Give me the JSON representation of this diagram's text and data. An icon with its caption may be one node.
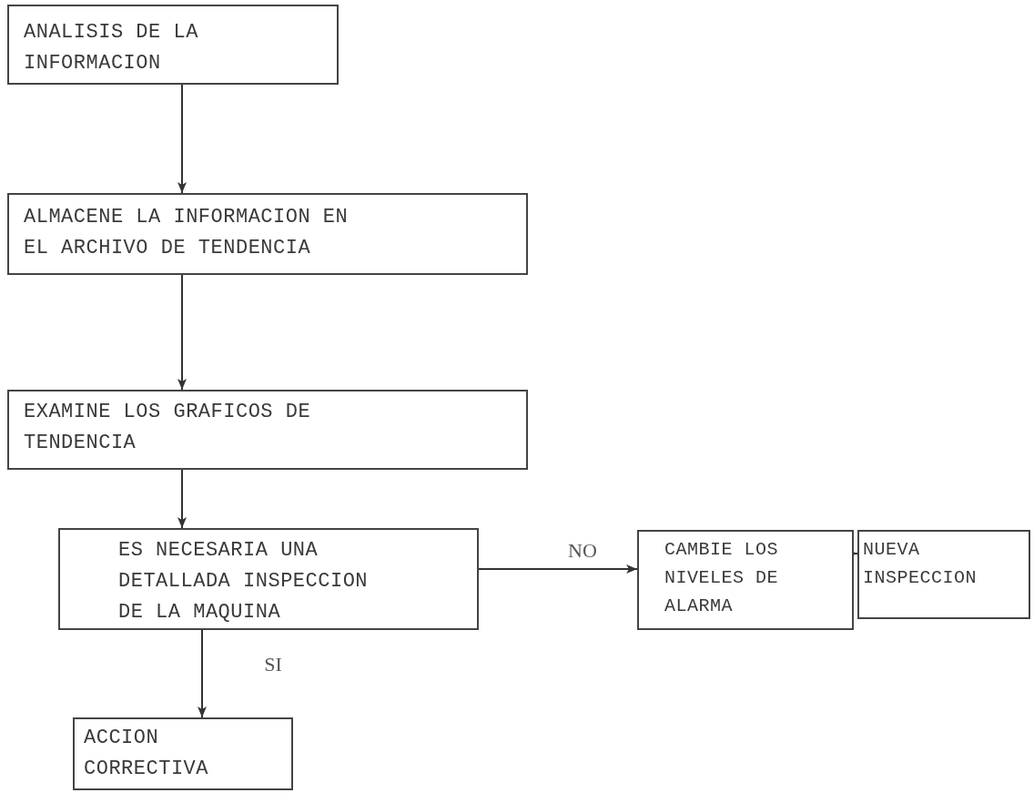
{
  "diagram": {
    "nodes": [
      {
        "text": [
          "ANALISIS DE LA INFORMACION"
        ]
      },
      {
        "text": [
          "ALMACENE LA INFORMACION EN EL ARCHIVO DE TENDENCIA"
        ]
      },
      {
        "text": [
          "EXAMINE LOS GRAFICOS DE TENDENCIA"
        ]
      },
      {
        "text": [
          "ES NECESARIA UNA DETALLADA INSPECCION DE LA MAQUINA"
        ]
      },
      {
        "text": [
          "CAMBIE LOS NIVELES DE ALARMA"
        ]
      },
      {
        "text": [
          "NUEVA INSPECCION"
        ]
      },
      {
        "text": [
          "ACCION CORRECTIVA"
        ]
      }
    ],
    "edges": [
      {
        "from": 0,
        "to": 1,
        "arrow": "to"
      },
      {
        "from": 1,
        "to": 2,
        "arrow": "to"
      },
      {
        "from": 2,
        "to": 3,
        "arrow": "to"
      },
      {
        "from": 3,
        "to": 4,
        "arrow": "to",
        "label": "NO"
      },
      {
        "from": 4,
        "to": 5,
        "arrow": "to"
      },
      {
        "from": 3,
        "to": 6,
        "arrow": "to",
        "label": "SI"
      }
    ]
  }
}
